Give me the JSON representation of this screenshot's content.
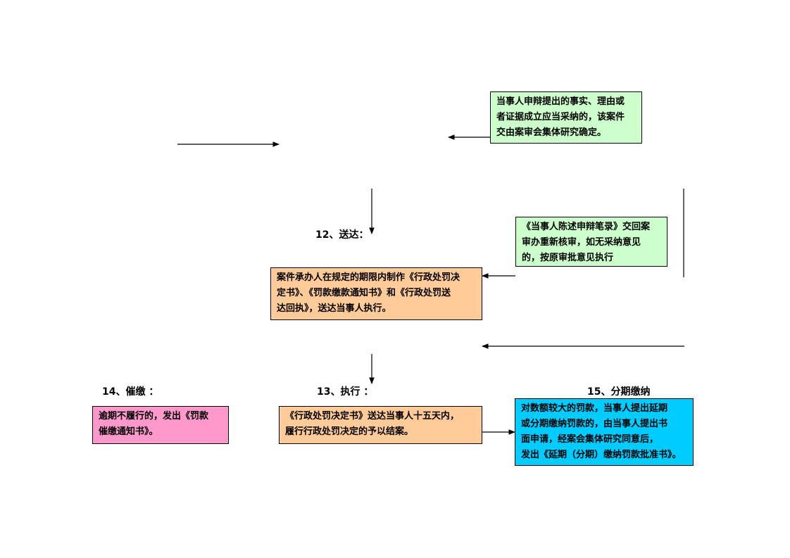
{
  "labels": {
    "step12": "12、送达：",
    "step13": "13、执行 ：",
    "step14": "14、催缴 ：",
    "step15": "15、分期缴纳"
  },
  "boxes": {
    "defense_accepted": "当事人申辩提出的事实、理由或\n者证据成立应当采纳的，该案件\n交由案审会集体研究确定。",
    "defense_record": "《当事人陈述申辩笔录》交回案\n审办重新核审，如无采纳意见\n的，按原审批意见执行",
    "delivery": "案件承办人在规定的期限内制作《行政处罚决\n定书》、《罚款缴款通知书》和《行政处罚送\n达回执》，送达当事人执行。",
    "overdue": "逾期不履行的，发出《罚款\n催缴通知书》。",
    "execution": "《行政处罚决定书》送达当事人十五天内，\n履行行政处罚决定的予以结案。",
    "installment": "对数额较大的罚款，当事人提出延期\n或分期缴纳罚款的，由当事人提出书\n面申请，经案会集体研究同意后，\n发出《延期（分期）缴纳罚款批准书》。"
  },
  "colors": {
    "green_fill": "#ccffcc",
    "orange_fill": "#ffcc99",
    "pink_fill": "#ff99cc",
    "cyan_fill": "#00ccff"
  }
}
